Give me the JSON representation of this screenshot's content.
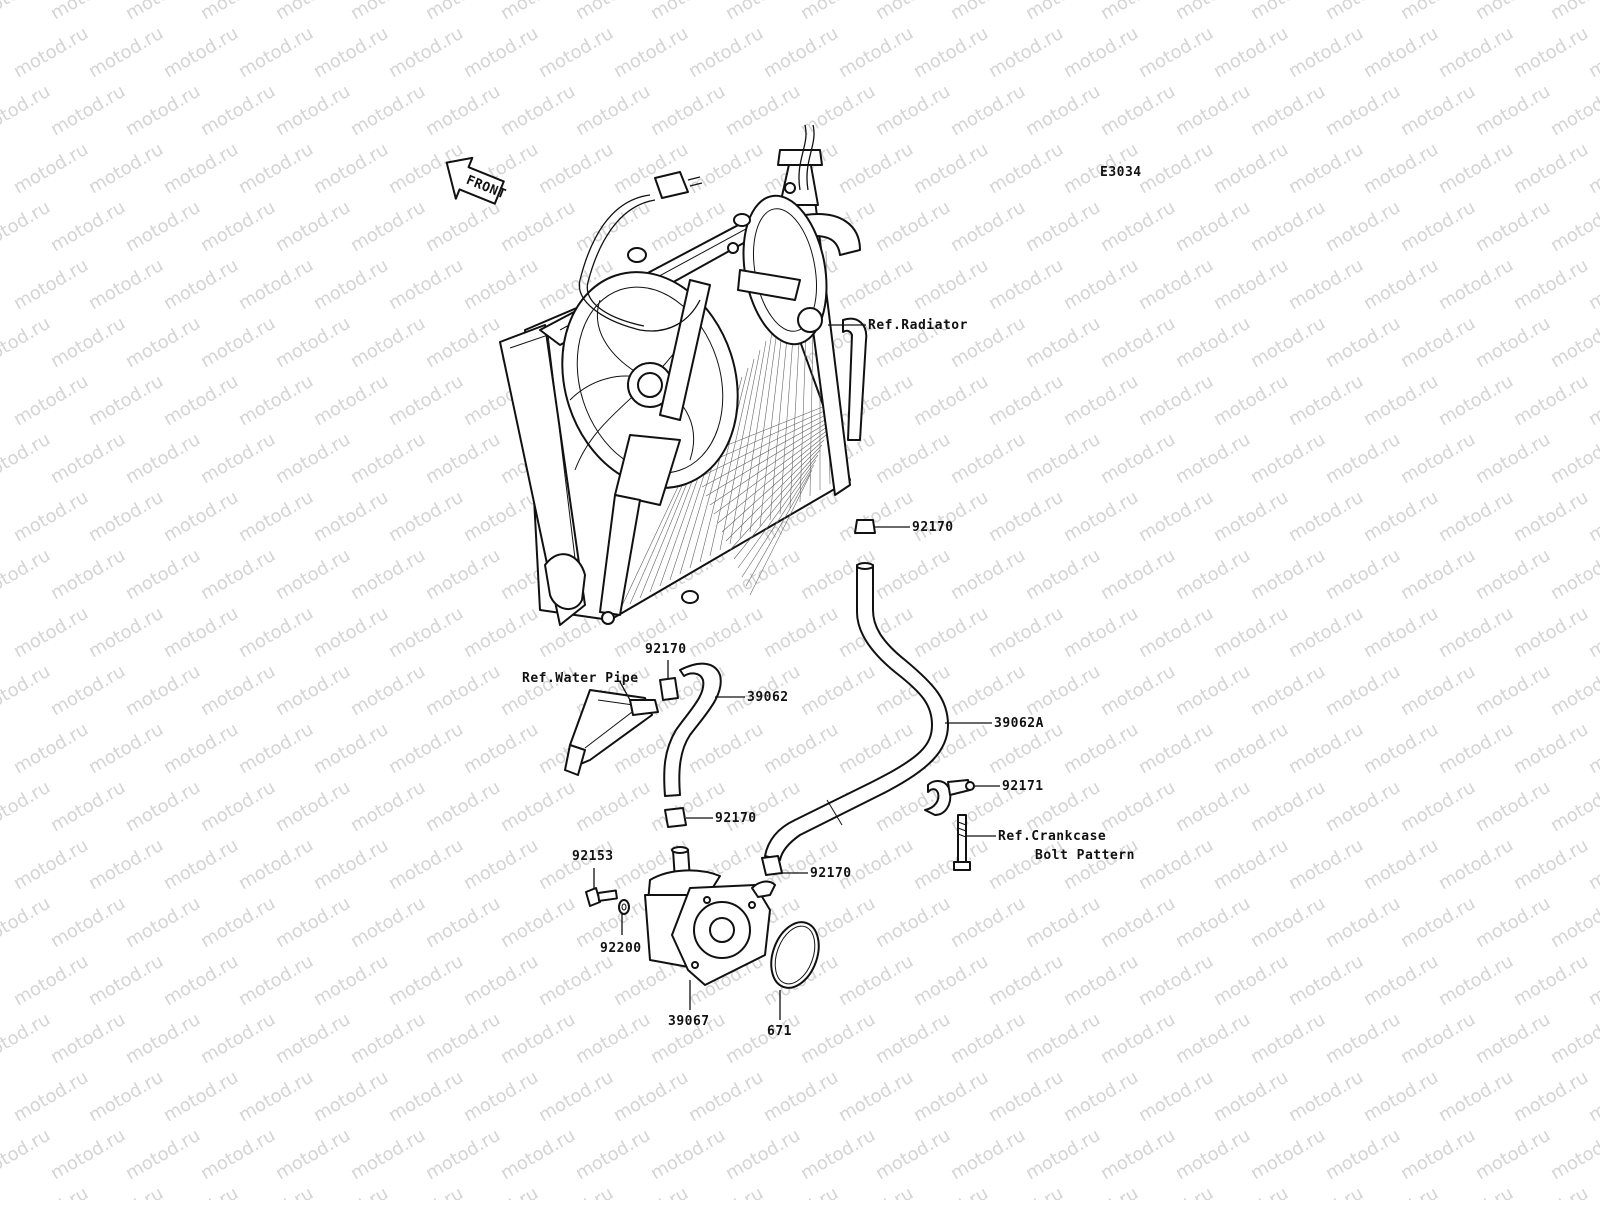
{
  "diagram_code": "E3034",
  "watermark_text": "motod.ru",
  "front_label": "FRONT",
  "labels": {
    "ref_radiator": "Ref.Radiator",
    "clamp_92170_a": "92170",
    "clamp_92170_b": "92170",
    "clamp_92170_c": "92170",
    "clamp_92170_d": "92170",
    "ref_water_pipe": "Ref.Water Pipe",
    "hose_39062": "39062",
    "hose_39062a": "39062A",
    "clamp_92171": "92171",
    "ref_crankcase_line1": "Ref.Crankcase",
    "ref_crankcase_line2": "Bolt Pattern",
    "bolt_92153": "92153",
    "washer_92200": "92200",
    "cooler_39067": "39067",
    "oring_671": "671"
  }
}
